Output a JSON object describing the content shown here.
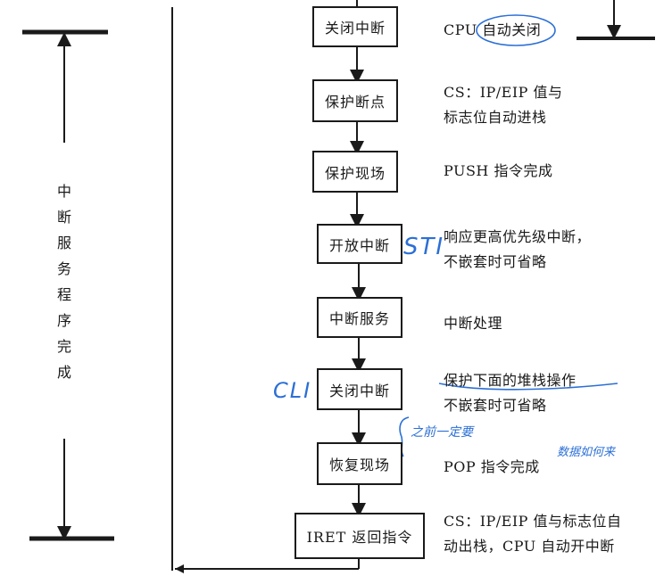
{
  "steps": [
    {
      "label": "关闭中断",
      "desc": [
        "CPU 自动关闭"
      ]
    },
    {
      "label": "保护断点",
      "desc": [
        "CS：IP/EIP 值与",
        "标志位自动进栈"
      ]
    },
    {
      "label": "保护现场",
      "desc": [
        "PUSH 指令完成"
      ]
    },
    {
      "label": "开放中断",
      "desc": [
        "响应更高优先级中断，",
        "不嵌套时可省略"
      ]
    },
    {
      "label": "中断服务",
      "desc": [
        "中断处理"
      ]
    },
    {
      "label": "关闭中断",
      "desc": [
        "保护下面的堆栈操作",
        "不嵌套时可省略"
      ]
    },
    {
      "label": "恢复现场",
      "desc": [
        "POP 指令完成"
      ]
    },
    {
      "label": "IRET 返回指令",
      "desc": [
        "CS：IP/EIP 值与标志位自",
        "动出栈，CPU 自动开中断"
      ]
    }
  ],
  "side_label": [
    "中",
    "断",
    "服",
    "务",
    "程",
    "序",
    "完",
    "成"
  ],
  "annotations": {
    "sti": "STI",
    "cli": "CLI",
    "note_between": "之前一定要",
    "note_data": "数据如何来"
  },
  "colors": {
    "ink": "#1a1a1a",
    "handwriting": "#2b6fd6"
  }
}
